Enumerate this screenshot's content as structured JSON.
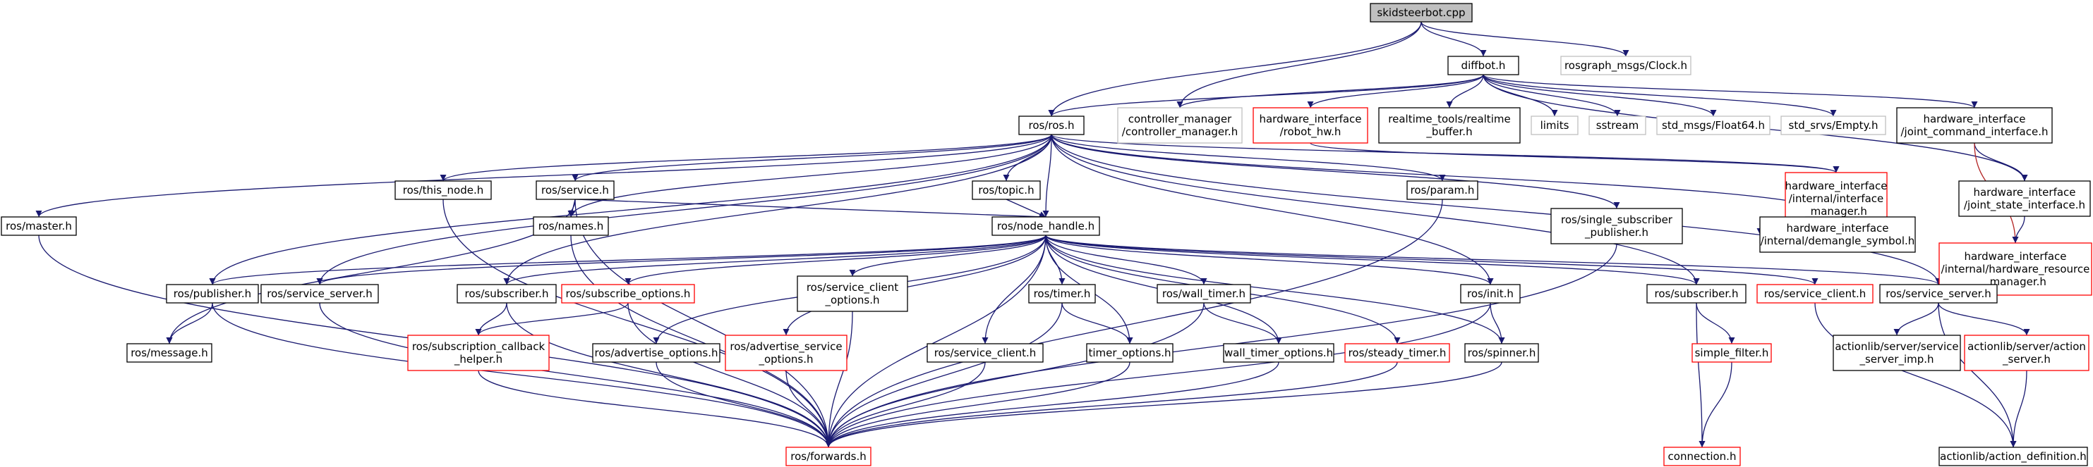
{
  "colors": {
    "edge": "#191970",
    "edge_alt": "#b22222",
    "border_normal": "#000000",
    "border_link": "#ff0000",
    "border_gray": "#bfbfbf",
    "root_fill": "#bfbfbf",
    "fill": "#ffffff"
  },
  "nodes": [
    {
      "id": "root",
      "lines": [
        "skidsteerbot.cpp"
      ],
      "style": "root"
    },
    {
      "id": "diffbot",
      "lines": [
        "diffbot.h"
      ],
      "style": "normal"
    },
    {
      "id": "rosgraph_clock",
      "lines": [
        "rosgraph_msgs/Clock.h"
      ],
      "style": "gray"
    },
    {
      "id": "ros_h",
      "lines": [
        "ros/ros.h"
      ],
      "style": "normal"
    },
    {
      "id": "controller_manager",
      "lines": [
        "controller_manager",
        "/controller_manager.h"
      ],
      "style": "gray"
    },
    {
      "id": "robot_hw",
      "lines": [
        "hardware_interface",
        "/robot_hw.h"
      ],
      "style": "link"
    },
    {
      "id": "realtime_buffer",
      "lines": [
        "realtime_tools/realtime",
        "_buffer.h"
      ],
      "style": "normal"
    },
    {
      "id": "limits",
      "lines": [
        "limits"
      ],
      "style": "gray"
    },
    {
      "id": "sstream",
      "lines": [
        "sstream"
      ],
      "style": "gray"
    },
    {
      "id": "float64",
      "lines": [
        "std_msgs/Float64.h"
      ],
      "style": "gray"
    },
    {
      "id": "std_empty",
      "lines": [
        "std_srvs/Empty.h"
      ],
      "style": "gray"
    },
    {
      "id": "joint_command",
      "lines": [
        "hardware_interface",
        "/joint_command_interface.h"
      ],
      "style": "normal"
    },
    {
      "id": "ros_master",
      "lines": [
        "ros/master.h"
      ],
      "style": "normal"
    },
    {
      "id": "ros_this_node",
      "lines": [
        "ros/this_node.h"
      ],
      "style": "normal"
    },
    {
      "id": "ros_service",
      "lines": [
        "ros/service.h"
      ],
      "style": "normal"
    },
    {
      "id": "ros_topic",
      "lines": [
        "ros/topic.h"
      ],
      "style": "normal"
    },
    {
      "id": "ros_param",
      "lines": [
        "ros/param.h"
      ],
      "style": "normal"
    },
    {
      "id": "interface_manager",
      "lines": [
        "hardware_interface",
        "/internal/interface",
        "_manager.h"
      ],
      "style": "link"
    },
    {
      "id": "joint_state",
      "lines": [
        "hardware_interface",
        "/joint_state_interface.h"
      ],
      "style": "normal"
    },
    {
      "id": "ros_names",
      "lines": [
        "ros/names.h"
      ],
      "style": "normal"
    },
    {
      "id": "node_handle",
      "lines": [
        "ros/node_handle.h"
      ],
      "style": "normal"
    },
    {
      "id": "single_sub_pub",
      "lines": [
        "ros/single_subscriber",
        "_publisher.h"
      ],
      "style": "normal"
    },
    {
      "id": "demangle",
      "lines": [
        "hardware_interface",
        "/internal/demangle_symbol.h"
      ],
      "style": "normal"
    },
    {
      "id": "hw_resource_mgr",
      "lines": [
        "hardware_interface",
        "/internal/hardware_resource",
        "_manager.h"
      ],
      "style": "link"
    },
    {
      "id": "ros_publisher",
      "lines": [
        "ros/publisher.h"
      ],
      "style": "normal"
    },
    {
      "id": "ros_service_server_l",
      "lines": [
        "ros/service_server.h"
      ],
      "style": "normal"
    },
    {
      "id": "ros_subscriber_l",
      "lines": [
        "ros/subscriber.h"
      ],
      "style": "normal"
    },
    {
      "id": "ros_subscribe_options",
      "lines": [
        "ros/subscribe_options.h"
      ],
      "style": "link"
    },
    {
      "id": "ros_service_client_options",
      "lines": [
        "ros/service_client",
        "_options.h"
      ],
      "style": "normal"
    },
    {
      "id": "ros_timer",
      "lines": [
        "ros/timer.h"
      ],
      "style": "normal"
    },
    {
      "id": "ros_wall_timer",
      "lines": [
        "ros/wall_timer.h"
      ],
      "style": "normal"
    },
    {
      "id": "ros_init",
      "lines": [
        "ros/init.h"
      ],
      "style": "normal"
    },
    {
      "id": "ros_subscriber_r",
      "lines": [
        "ros/subscriber.h"
      ],
      "style": "normal"
    },
    {
      "id": "ros_service_client_r",
      "lines": [
        "ros/service_client.h"
      ],
      "style": "link"
    },
    {
      "id": "ros_service_server_r",
      "lines": [
        "ros/service_server.h"
      ],
      "style": "normal"
    },
    {
      "id": "ros_message",
      "lines": [
        "ros/message.h"
      ],
      "style": "normal"
    },
    {
      "id": "sub_callback_helper",
      "lines": [
        "ros/subscription_callback",
        "_helper.h"
      ],
      "style": "link"
    },
    {
      "id": "ros_advertise_options",
      "lines": [
        "ros/advertise_options.h"
      ],
      "style": "normal"
    },
    {
      "id": "ros_advertise_service_options",
      "lines": [
        "ros/advertise_service",
        "_options.h"
      ],
      "style": "link"
    },
    {
      "id": "ros_service_client_m",
      "lines": [
        "ros/service_client.h"
      ],
      "style": "normal"
    },
    {
      "id": "timer_options",
      "lines": [
        "timer_options.h"
      ],
      "style": "normal"
    },
    {
      "id": "wall_timer_options",
      "lines": [
        "wall_timer_options.h"
      ],
      "style": "normal"
    },
    {
      "id": "ros_steady_timer",
      "lines": [
        "ros/steady_timer.h"
      ],
      "style": "link"
    },
    {
      "id": "ros_spinner",
      "lines": [
        "ros/spinner.h"
      ],
      "style": "normal"
    },
    {
      "id": "simple_filter",
      "lines": [
        "simple_filter.h"
      ],
      "style": "link"
    },
    {
      "id": "service_server_imp",
      "lines": [
        "actionlib/server/service",
        "_server_imp.h"
      ],
      "style": "normal"
    },
    {
      "id": "action_server",
      "lines": [
        "actionlib/server/action",
        "_server.h"
      ],
      "style": "link"
    },
    {
      "id": "ros_forwards",
      "lines": [
        "ros/forwards.h"
      ],
      "style": "link"
    },
    {
      "id": "connection",
      "lines": [
        "connection.h"
      ],
      "style": "link"
    },
    {
      "id": "action_definition",
      "lines": [
        "actionlib/action_definition.h"
      ],
      "style": "normal"
    }
  ],
  "edges": [
    {
      "from": "root",
      "to": "diffbot"
    },
    {
      "from": "root",
      "to": "rosgraph_clock"
    },
    {
      "from": "root",
      "to": "ros_h"
    },
    {
      "from": "root",
      "to": "controller_manager"
    },
    {
      "from": "diffbot",
      "to": "ros_h"
    },
    {
      "from": "diffbot",
      "to": "controller_manager"
    },
    {
      "from": "diffbot",
      "to": "robot_hw"
    },
    {
      "from": "diffbot",
      "to": "realtime_buffer"
    },
    {
      "from": "diffbot",
      "to": "limits"
    },
    {
      "from": "diffbot",
      "to": "sstream"
    },
    {
      "from": "diffbot",
      "to": "float64"
    },
    {
      "from": "diffbot",
      "to": "std_empty"
    },
    {
      "from": "diffbot",
      "to": "joint_command"
    },
    {
      "from": "diffbot",
      "to": "joint_state"
    },
    {
      "from": "ros_h",
      "to": "ros_master"
    },
    {
      "from": "ros_h",
      "to": "ros_this_node"
    },
    {
      "from": "ros_h",
      "to": "ros_service"
    },
    {
      "from": "ros_h",
      "to": "ros_topic"
    },
    {
      "from": "ros_h",
      "to": "ros_param"
    },
    {
      "from": "ros_h",
      "to": "ros_names"
    },
    {
      "from": "ros_h",
      "to": "node_handle"
    },
    {
      "from": "ros_h",
      "to": "single_sub_pub"
    },
    {
      "from": "ros_h",
      "to": "ros_publisher"
    },
    {
      "from": "ros_h",
      "to": "ros_service_server_l"
    },
    {
      "from": "ros_h",
      "to": "ros_subscriber_l"
    },
    {
      "from": "ros_h",
      "to": "ros_init"
    },
    {
      "from": "ros_h",
      "to": "ros_subscriber_r"
    },
    {
      "from": "ros_h",
      "to": "ros_service_server_r"
    },
    {
      "from": "ros_h",
      "to": "interface_manager"
    },
    {
      "from": "ros_h",
      "to": "demangle"
    },
    {
      "from": "robot_hw",
      "to": "interface_manager"
    },
    {
      "from": "interface_manager",
      "to": "demangle"
    },
    {
      "from": "joint_command",
      "to": "joint_state"
    },
    {
      "from": "joint_command",
      "to": "hw_resource_mgr",
      "color": "alt"
    },
    {
      "from": "joint_state",
      "to": "hw_resource_mgr"
    },
    {
      "from": "ros_master",
      "to": "ros_forwards"
    },
    {
      "from": "ros_this_node",
      "to": "ros_forwards"
    },
    {
      "from": "ros_service",
      "to": "ros_names"
    },
    {
      "from": "ros_service",
      "to": "node_handle"
    },
    {
      "from": "ros_service",
      "to": "ros_message"
    },
    {
      "from": "ros_service",
      "to": "ros_forwards"
    },
    {
      "from": "ros_topic",
      "to": "node_handle"
    },
    {
      "from": "ros_param",
      "to": "ros_forwards"
    },
    {
      "from": "ros_names",
      "to": "ros_forwards"
    },
    {
      "from": "single_sub_pub",
      "to": "ros_forwards"
    },
    {
      "from": "node_handle",
      "to": "ros_publisher"
    },
    {
      "from": "node_handle",
      "to": "ros_service_server_l"
    },
    {
      "from": "node_handle",
      "to": "ros_subscriber_l"
    },
    {
      "from": "node_handle",
      "to": "ros_subscribe_options"
    },
    {
      "from": "node_handle",
      "to": "ros_service_client_options"
    },
    {
      "from": "node_handle",
      "to": "ros_timer"
    },
    {
      "from": "node_handle",
      "to": "ros_wall_timer"
    },
    {
      "from": "node_handle",
      "to": "ros_init"
    },
    {
      "from": "node_handle",
      "to": "ros_subscriber_r"
    },
    {
      "from": "node_handle",
      "to": "ros_service_client_r"
    },
    {
      "from": "node_handle",
      "to": "ros_service_server_r"
    },
    {
      "from": "node_handle",
      "to": "ros_advertise_options"
    },
    {
      "from": "node_handle",
      "to": "ros_advertise_service_options"
    },
    {
      "from": "node_handle",
      "to": "ros_service_client_m"
    },
    {
      "from": "node_handle",
      "to": "timer_options"
    },
    {
      "from": "node_handle",
      "to": "wall_timer_options"
    },
    {
      "from": "node_handle",
      "to": "ros_steady_timer"
    },
    {
      "from": "node_handle",
      "to": "ros_spinner"
    },
    {
      "from": "node_handle",
      "to": "ros_forwards"
    },
    {
      "from": "ros_publisher",
      "to": "ros_message"
    },
    {
      "from": "ros_publisher",
      "to": "ros_forwards"
    },
    {
      "from": "ros_service_server_l",
      "to": "ros_forwards"
    },
    {
      "from": "ros_subscriber_l",
      "to": "sub_callback_helper"
    },
    {
      "from": "ros_subscriber_l",
      "to": "ros_forwards"
    },
    {
      "from": "ros_subscribe_options",
      "to": "sub_callback_helper"
    },
    {
      "from": "ros_subscribe_options",
      "to": "ros_forwards"
    },
    {
      "from": "ros_service_client_options",
      "to": "ros_forwards"
    },
    {
      "from": "ros_timer",
      "to": "timer_options"
    },
    {
      "from": "ros_timer",
      "to": "ros_forwards"
    },
    {
      "from": "ros_wall_timer",
      "to": "wall_timer_options"
    },
    {
      "from": "ros_wall_timer",
      "to": "ros_forwards"
    },
    {
      "from": "ros_init",
      "to": "ros_spinner"
    },
    {
      "from": "ros_init",
      "to": "ros_forwards"
    },
    {
      "from": "ros_subscriber_r",
      "to": "simple_filter"
    },
    {
      "from": "ros_subscriber_r",
      "to": "connection"
    },
    {
      "from": "simple_filter",
      "to": "connection"
    },
    {
      "from": "ros_service_client_r",
      "to": "action_definition"
    },
    {
      "from": "ros_service_server_r",
      "to": "service_server_imp"
    },
    {
      "from": "ros_service_server_r",
      "to": "action_server"
    },
    {
      "from": "ros_service_server_r",
      "to": "action_definition"
    },
    {
      "from": "action_server",
      "to": "action_definition"
    },
    {
      "from": "sub_callback_helper",
      "to": "ros_forwards"
    },
    {
      "from": "ros_advertise_options",
      "to": "ros_forwards"
    },
    {
      "from": "ros_advertise_service_options",
      "to": "ros_forwards"
    },
    {
      "from": "ros_service_client_m",
      "to": "ros_forwards"
    },
    {
      "from": "timer_options",
      "to": "ros_forwards"
    },
    {
      "from": "wall_timer_options",
      "to": "ros_forwards"
    },
    {
      "from": "ros_steady_timer",
      "to": "ros_forwards"
    },
    {
      "from": "ros_spinner",
      "to": "ros_forwards"
    }
  ]
}
